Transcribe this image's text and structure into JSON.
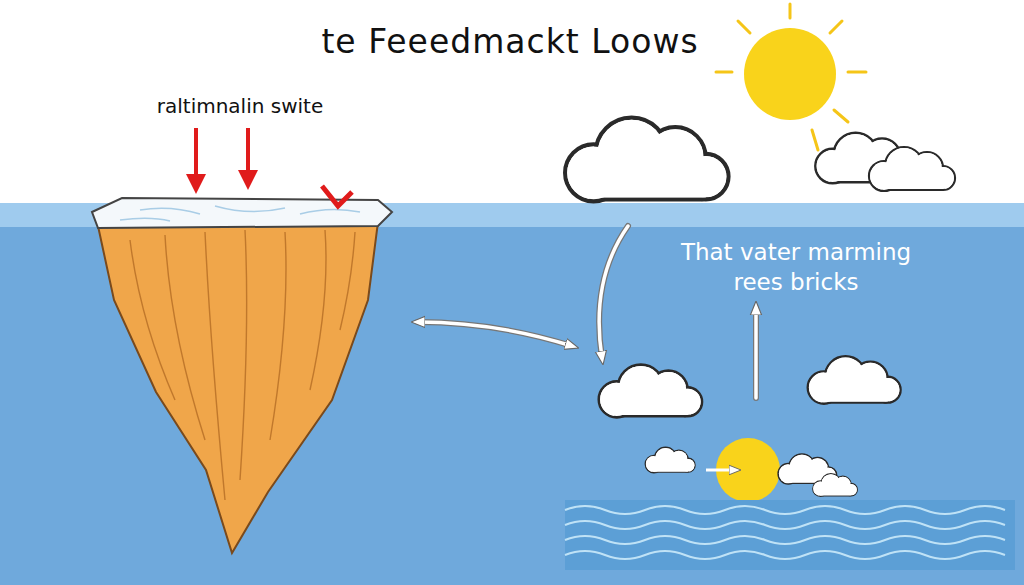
{
  "diagram": {
    "title": "te Feeedmackt Loows",
    "labels": [
      "raltimnalin swite",
      "That vater marming rees bricks"
    ]
  }
}
